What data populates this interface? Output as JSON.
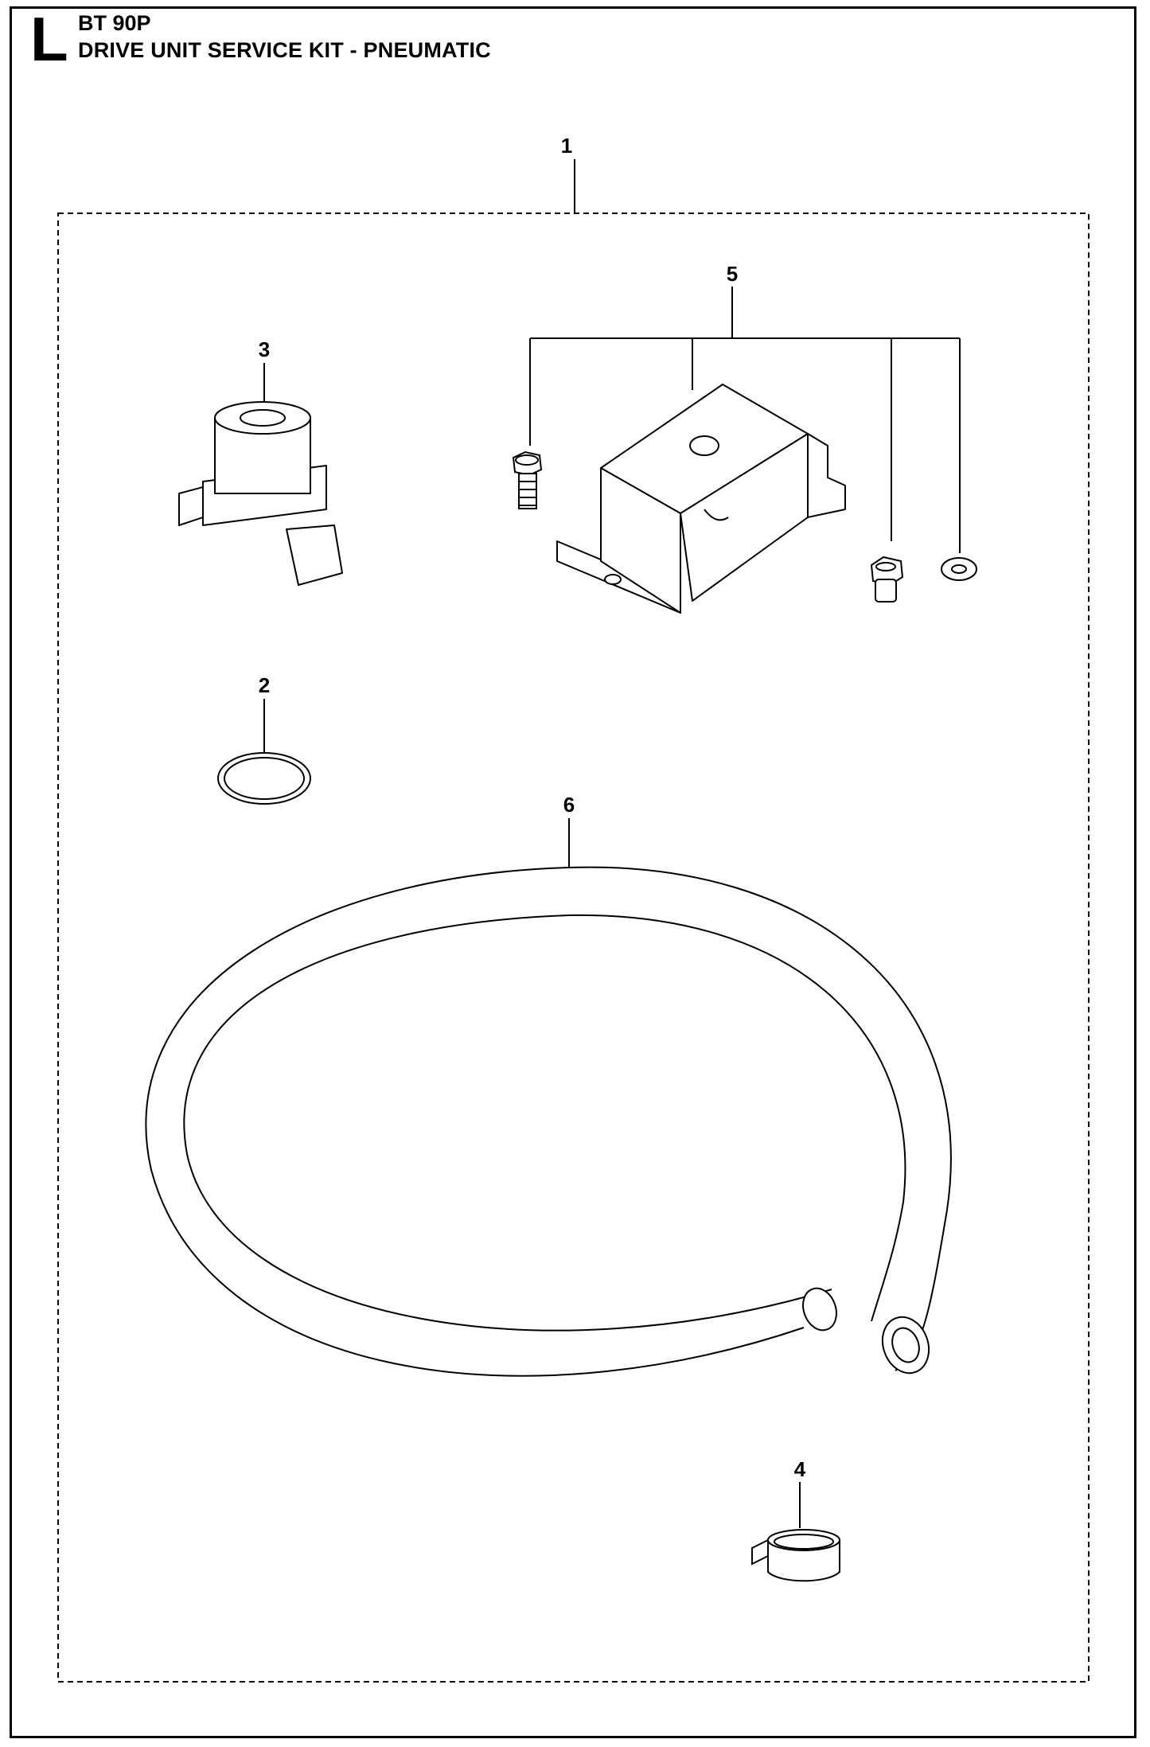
{
  "header": {
    "section_letter": "L",
    "model": "BT 90P",
    "title": "DRIVE UNIT SERVICE KIT - PNEUMATIC"
  },
  "callouts": [
    "1",
    "2",
    "3",
    "4",
    "5",
    "6"
  ]
}
